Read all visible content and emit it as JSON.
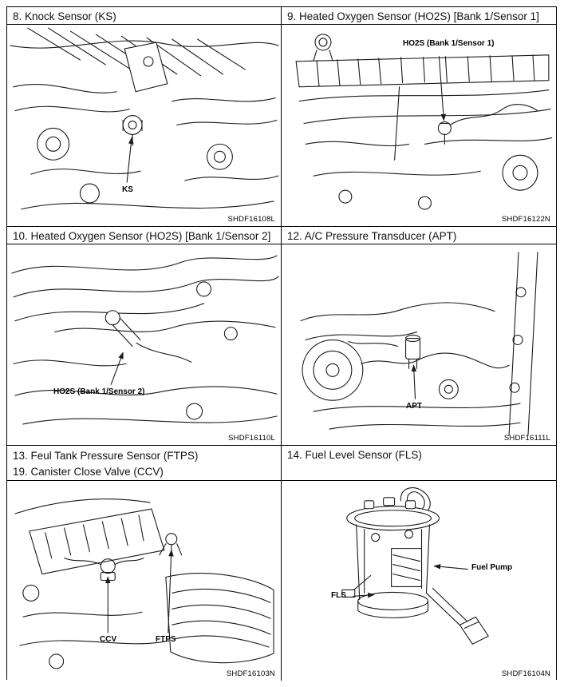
{
  "panels": [
    {
      "title": "8.  Knock Sensor (KS)",
      "code": "SHDF16108L",
      "callout1": "KS"
    },
    {
      "title": "9.  Heated Oxygen Sensor (HO2S) [Bank 1/Sensor 1]",
      "code": "SHDF16122N",
      "callout1": "HO2S (Bank 1/Sensor 1)"
    },
    {
      "title": "10. Heated Oxygen Sensor (HO2S) [Bank 1/Sensor 2]",
      "code": "SHDF16110L",
      "callout1": "HO2S (Bank 1/Sensor 2)"
    },
    {
      "title": "12. A/C Pressure Transducer (APT)",
      "code": "SHDF16111L",
      "callout1": "APT"
    },
    {
      "title_line1": "13. Feul Tank Pressure Sensor (FTPS)",
      "title_line2": "19. Canister Close Valve (CCV)",
      "code": "SHDF16103N",
      "callout1": "CCV",
      "callout2": "FTPS"
    },
    {
      "title": "14. Fuel Level Sensor (FLS)",
      "code": "SHDF16104N",
      "callout1": "FLS",
      "callout2": "Fuel Pump"
    }
  ]
}
